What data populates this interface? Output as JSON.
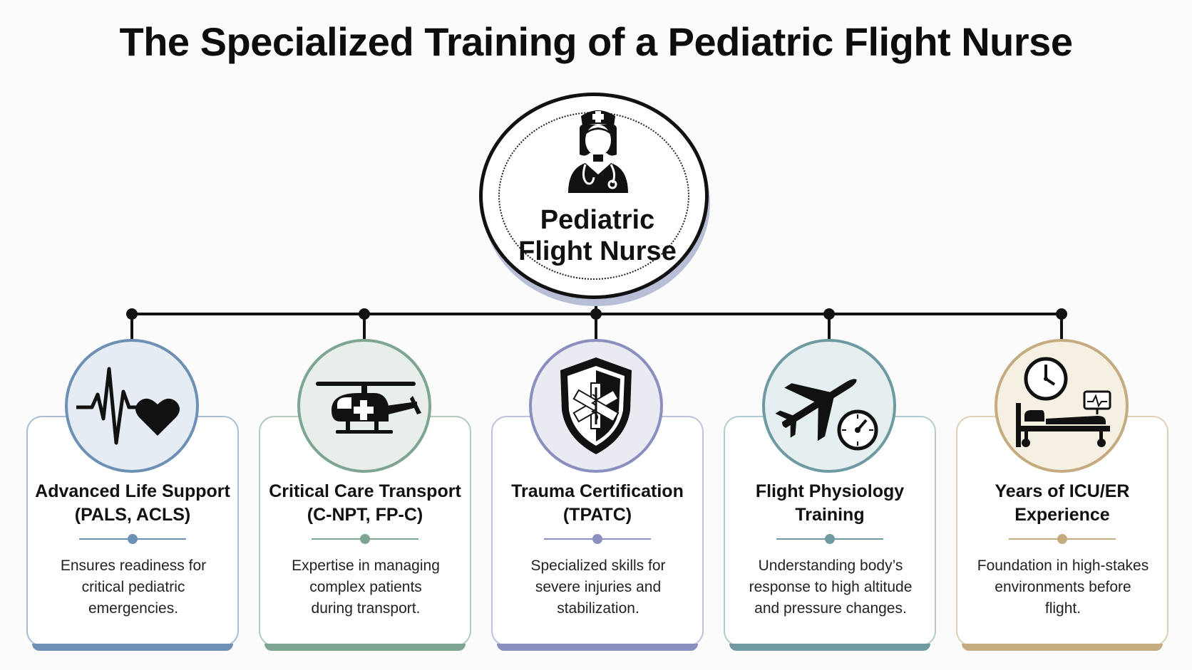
{
  "title": "The Specialized Training of a Pediatric Flight Nurse",
  "hub": {
    "label_line1": "Pediatric",
    "label_line2": "Flight Nurse",
    "icon": "nurse-icon"
  },
  "cards": [
    {
      "title_line1": "Advanced Life Support",
      "title_line2": "(PALS, ACLS)",
      "desc_line1": "Ensures readiness for",
      "desc_line2": "critical pediatric",
      "desc_line3": "emergencies.",
      "icon": "heartbeat-heart-icon",
      "color": "#6d90b4",
      "fill": "#e6ecf3"
    },
    {
      "title_line1": "Critical Care Transport",
      "title_line2": "(C-NPT, FP-C)",
      "desc_line1": "Expertise in managing",
      "desc_line2": "complex patients",
      "desc_line3": "during transport.",
      "icon": "medical-helicopter-icon",
      "color": "#7ea592",
      "fill": "#e8efea"
    },
    {
      "title_line1": "Trauma Certification",
      "title_line2": "(TPATC)",
      "desc_line1": "Specialized skills for",
      "desc_line2": "severe injuries and",
      "desc_line3": "stabilization.",
      "icon": "medical-shield-icon",
      "color": "#8a8fbf",
      "fill": "#eaeaf3"
    },
    {
      "title_line1": "Flight Physiology",
      "title_line2": "Training",
      "desc_line1": "Understanding body’s",
      "desc_line2": "response to high altitude",
      "desc_line3": "and pressure changes.",
      "icon": "airplane-gauge-icon",
      "color": "#6f9aa2",
      "fill": "#e6eff0"
    },
    {
      "title_line1": "Years of ICU/ER",
      "title_line2": "Experience",
      "desc_line1": "Foundation in high-stakes",
      "desc_line2": "environments before",
      "desc_line3": "flight.",
      "icon": "clock-hospital-bed-icon",
      "color": "#c4ab80",
      "fill": "#f6f0e3"
    }
  ]
}
